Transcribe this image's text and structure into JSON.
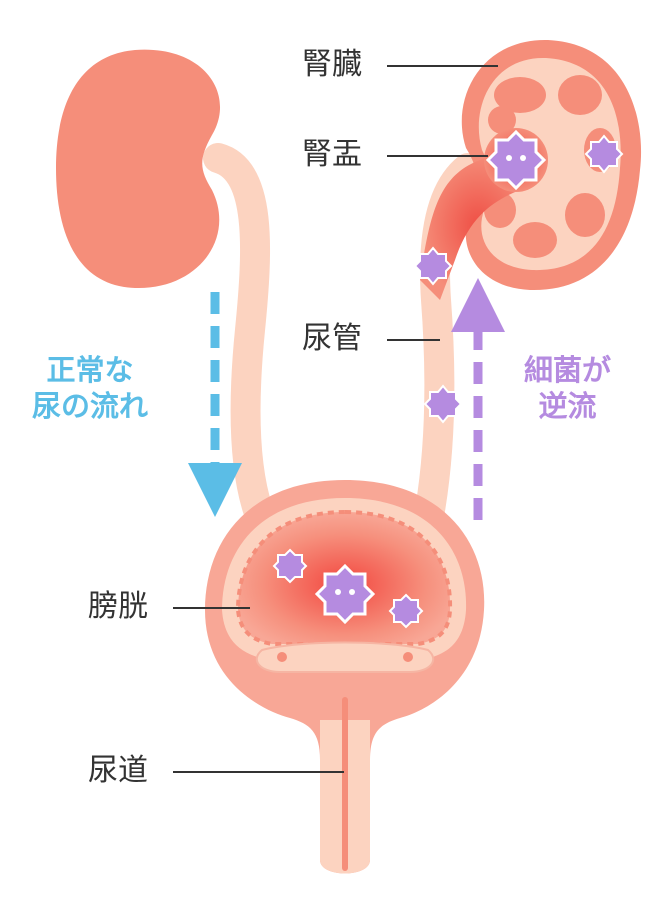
{
  "labels": {
    "kidney": "腎臓",
    "renal_pelvis": "腎盂",
    "ureter": "尿管",
    "bladder": "膀胱",
    "urethra": "尿道"
  },
  "flows": {
    "normal_line1": "正常な",
    "normal_line2": "尿の流れ",
    "reflux_line1": "細菌が",
    "reflux_line2": "逆流"
  },
  "colors": {
    "organ": "#f58e7a",
    "organ_dark": "#ef6f5c",
    "tube": "#fcd3c0",
    "tube_dark": "#f6b5a3",
    "normal_flow": "#5bbde6",
    "reflux_flow": "#b58be0",
    "bacteria": "#b58be0",
    "text": "#333333"
  },
  "icons": {
    "bacteria": "bacteria-icon",
    "flow_arrow": "dashed-arrow-icon"
  }
}
